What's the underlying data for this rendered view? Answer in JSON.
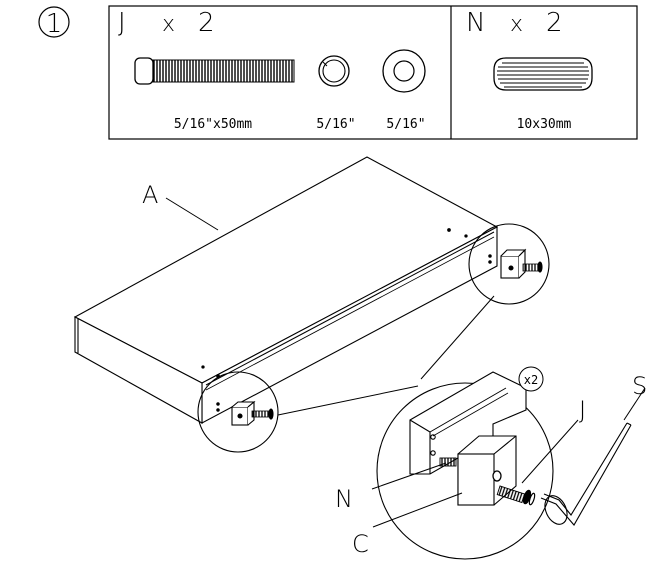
{
  "step": {
    "number": "1"
  },
  "parts": {
    "group_j": {
      "label": "J",
      "times": "x",
      "qty": "2",
      "items": [
        {
          "icon": "bolt-icon",
          "size": "5/16\"x50mm"
        },
        {
          "icon": "lock-washer-icon",
          "size": "5/16\""
        },
        {
          "icon": "flat-washer-icon",
          "size": "5/16\""
        }
      ]
    },
    "group_n": {
      "label": "N",
      "times": "x",
      "qty": "2",
      "items": [
        {
          "icon": "dowel-icon",
          "size": "10x30mm"
        }
      ]
    }
  },
  "callouts": {
    "panel": "A",
    "dowel": "N",
    "bracket": "C",
    "bolt": "J",
    "hex_key": "S",
    "repeat": "x2"
  },
  "colors": {
    "line": "#000000",
    "background": "#ffffff"
  }
}
